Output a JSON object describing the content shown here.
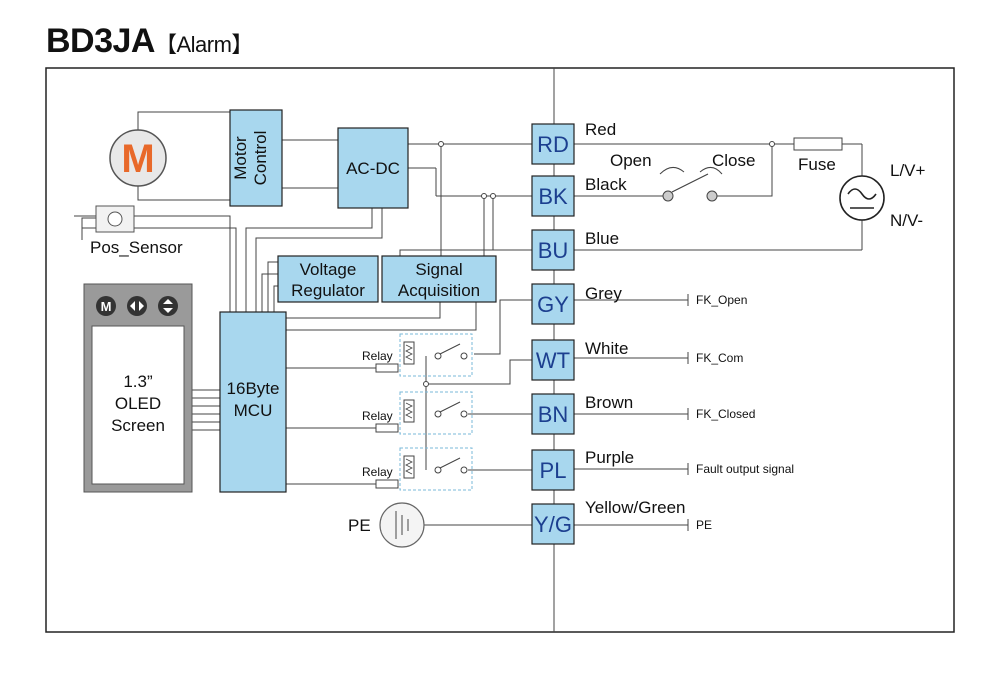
{
  "title": {
    "main": "BD3JA",
    "sub": "【Alarm】"
  },
  "blocks": {
    "motor_symbol": "M",
    "motor_control": [
      "Motor",
      "Control"
    ],
    "ac_dc": "AC-DC",
    "pos_sensor": "Pos_Sensor",
    "voltage_regulator": [
      "Voltage",
      "Regulator"
    ],
    "signal_acquisition": [
      "Signal",
      "Acquisition"
    ],
    "mcu": [
      "16Byte",
      "MCU"
    ],
    "oled": [
      "1.3”",
      "OLED",
      "Screen"
    ],
    "relay": "Relay",
    "pe": "PE"
  },
  "terminals": [
    {
      "code": "RD",
      "wire": "Red",
      "target": ""
    },
    {
      "code": "BK",
      "wire": "Black",
      "target": ""
    },
    {
      "code": "BU",
      "wire": "Blue",
      "target": ""
    },
    {
      "code": "GY",
      "wire": "Grey",
      "target": "FK_Open"
    },
    {
      "code": "WT",
      "wire": "White",
      "target": "FK_Com"
    },
    {
      "code": "BN",
      "wire": "Brown",
      "target": "FK_Closed"
    },
    {
      "code": "PL",
      "wire": "Purple",
      "target": "Fault output signal"
    },
    {
      "code": "Y/G",
      "wire": "Yellow/Green",
      "target": "PE"
    }
  ],
  "power": {
    "open": "Open",
    "close": "Close",
    "fuse": "Fuse",
    "line": "L/V+",
    "neutral": "N/V-"
  },
  "colors": {
    "block_fill": "#a8d7ee",
    "motor_orange": "#e8692a",
    "terminal_text": "#1c3f8f"
  }
}
